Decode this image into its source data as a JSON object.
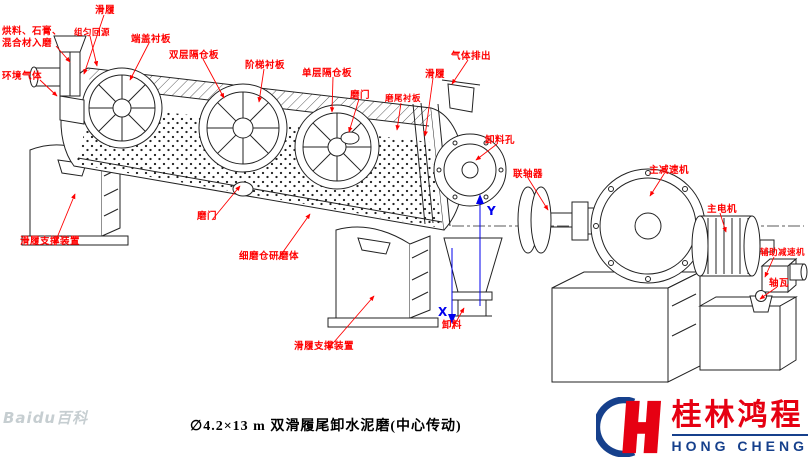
{
  "colors": {
    "label_red": "#ff0000",
    "line_art": "#222222",
    "axis_blue": "#0000ee",
    "logo_red": "#e60012",
    "logo_blue": "#16408c",
    "background": "#ffffff"
  },
  "labels": [
    {
      "text": "滑履"
    },
    {
      "text": "烘料、石膏、\n混合材入磨"
    },
    {
      "text": "组匀回源"
    },
    {
      "text": "环境气体"
    },
    {
      "text": "端盖衬板"
    },
    {
      "text": "双层隔仓板"
    },
    {
      "text": "阶梯衬板"
    },
    {
      "text": "单层隔仓板"
    },
    {
      "text": "磨门"
    },
    {
      "text": "磨尾衬板"
    },
    {
      "text": "气体排出"
    },
    {
      "text": "滑履"
    },
    {
      "text": "卸料孔"
    },
    {
      "text": "联轴器"
    },
    {
      "text": "主减速机"
    },
    {
      "text": "主电机"
    },
    {
      "text": "辅助减速机"
    },
    {
      "text": "轴瓦"
    },
    {
      "text": "磨门"
    },
    {
      "text": "滑履支撑装置"
    },
    {
      "text": "细磨仓研磨体"
    },
    {
      "text": "滑履支撑装置"
    },
    {
      "text": "卸料"
    }
  ],
  "axis": {
    "y": "Y",
    "x": "X"
  },
  "caption": {
    "text": "∅4.2×13 m 双滑履尾卸水泥磨(中心传动)"
  },
  "watermark": {
    "text": "Baidu百科"
  },
  "logo": {
    "cn": "桂林鸿程",
    "en": "HONG CHENG"
  }
}
